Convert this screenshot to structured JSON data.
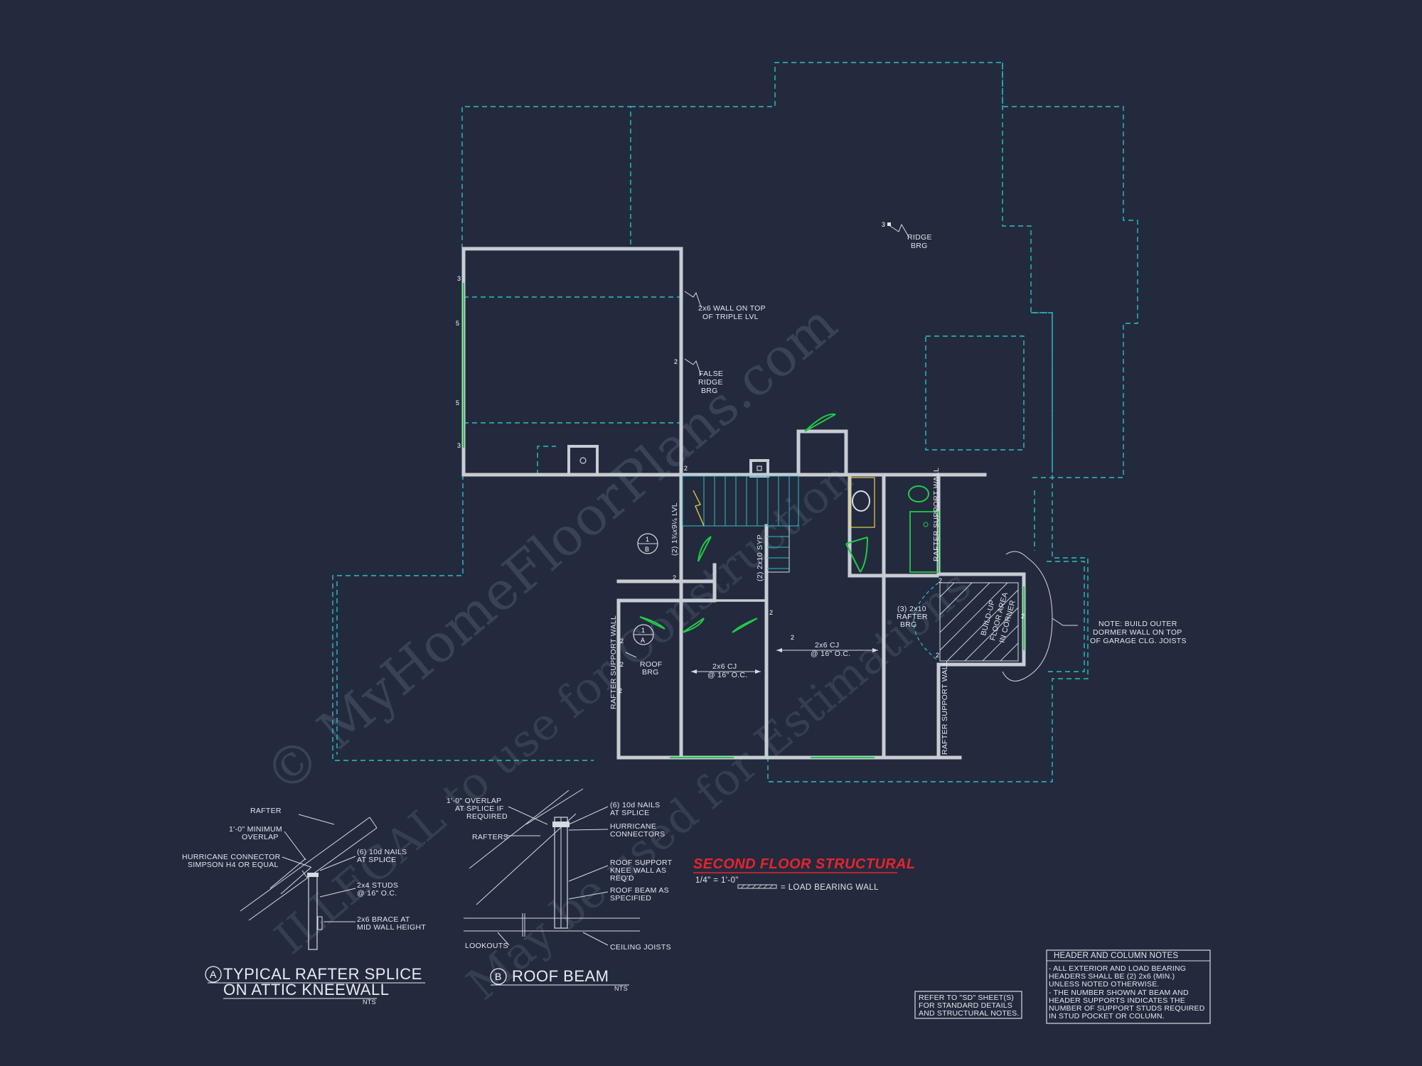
{
  "watermark": {
    "line1": "© MyHomeFloorPlans.com",
    "line2": "ILLEGAL to use for Construction",
    "line3": "May be used for Estimations"
  },
  "plan": {
    "title": "SECOND FLOOR STRUCTURAL",
    "scale": "1/4\" = 1'-0\"",
    "legend_label": "= LOAD BEARING WALL"
  },
  "annotations": {
    "ridge_brg_num": "3",
    "ridge_brg_1": "RIDGE",
    "ridge_brg_2": "BRG",
    "wall_top_1": "2x6 WALL ON TOP",
    "wall_top_2": "OF TRIPLE LVL",
    "false_ridge_1": "FALSE",
    "false_ridge_2": "RIDGE",
    "false_ridge_3": "BRG",
    "lvl_label": "(2) 1¾x9¼ LVL",
    "syp_label": "(2) 2x10 SYP",
    "rafter_wall_1": "RAFTER SUPPORT WALL",
    "rafter_wall_2": "RAFTER SUPPORT WALL",
    "rafter_wall_3": "RAFTER SUPPORT WALL",
    "rafter_brg_1": "(3) 2x10",
    "rafter_brg_2": "RAFTER",
    "rafter_brg_3": "BRG",
    "roof_brg_1": "ROOF",
    "roof_brg_2": "BRG",
    "cj_left_1": "2x6 CJ",
    "cj_left_2": "@ 16\" O.C.",
    "cj_right_1": "2x6 CJ",
    "cj_right_2": "@ 16\" O.C.",
    "dormer_1": "BUILD-UP",
    "dormer_2": "FLOOR AREA",
    "dormer_3": "IN CORNER",
    "note_1": "NOTE: BUILD OUTER",
    "note_2": "DORMER WALL ON TOP",
    "note_3": "OF GARAGE CLG. JOISTS",
    "tag_a_top": "1",
    "tag_a_bottom": "A",
    "tag_b_top": "1",
    "tag_b_bottom": "B"
  },
  "detail_a": {
    "letter": "A",
    "title_1": "TYPICAL RAFTER SPLICE",
    "title_2": "ON ATTIC KNEEWALL",
    "scale": "NTS",
    "rafter": "RAFTER",
    "overlap_1": "1'-0\" MINIMUM",
    "overlap_2": "OVERLAP",
    "hurricane_1": "HURRICANE CONNECTOR",
    "hurricane_2": "SIMPSON H4 OR EQUAL",
    "nails_1": "(6) 10d NAILS",
    "nails_2": "AT SPLICE",
    "studs_1": "2x4 STUDS",
    "studs_2": "@ 16\" O.C.",
    "brace_1": "2x6 BRACE AT",
    "brace_2": "MID WALL HEIGHT"
  },
  "detail_b": {
    "letter": "B",
    "title": "ROOF BEAM",
    "scale": "NTS",
    "overlap_1": "1'-0\" OVERLAP",
    "overlap_2": "AT SPLICE IF",
    "overlap_3": "REQUIRED",
    "rafters": "RAFTERS",
    "nails_1": "(6) 10d NAILS",
    "nails_2": "AT SPLICE",
    "hurricane_1": "HURRICANE",
    "hurricane_2": "CONNECTORS",
    "knee_1": "ROOF SUPPORT",
    "knee_2": "KNEE WALL AS",
    "knee_3": "REQ'D",
    "beam_1": "ROOF BEAM AS",
    "beam_2": "SPECIFIED",
    "lookouts": "LOOKOUTS",
    "ceiling": "CEILING JOISTS"
  },
  "refer_box": {
    "line1": "REFER TO \"SD\" SHEET(S)",
    "line2": "FOR STANDARD DETAILS",
    "line3": "AND STRUCTURAL NOTES."
  },
  "header_notes": {
    "title": "HEADER AND COLUMN NOTES",
    "l1": "- ALL EXTERIOR AND LOAD BEARING",
    "l2": "HEADERS SHALL BE (2) 2x6 (MIN.)",
    "l3": "UNLESS NOTED OTHERWISE.",
    "l4": "- THE NUMBER SHOWN AT BEAM AND",
    "l5": "HEADER SUPPORTS INDICATES THE",
    "l6": "NUMBER OF SUPPORT STUDS REQUIRED",
    "l7": "IN STUD POCKET OR COLUMN."
  },
  "stud_counts": [
    "3",
    "5",
    "5",
    "3",
    "2",
    "2",
    "2",
    "2",
    "2",
    "2",
    "2",
    "2",
    "2",
    "2",
    "2"
  ]
}
